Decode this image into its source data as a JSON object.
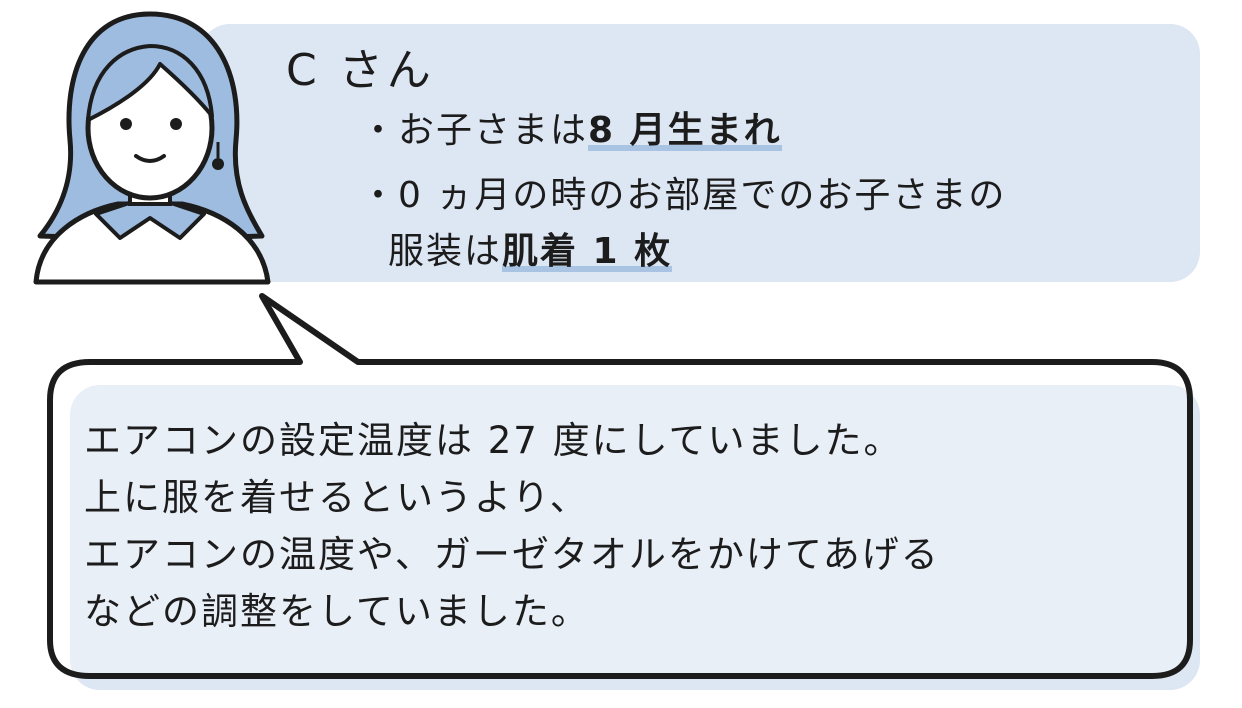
{
  "speaker": {
    "name": "C さん",
    "facts": [
      {
        "prefix": "・お子さまは",
        "highlight": "8 月生まれ"
      },
      {
        "prefix": "・0 ヵ月の時のお部屋でのお子さまの"
      },
      {
        "prefix": "服装は",
        "highlight": "肌着 1 枚"
      }
    ]
  },
  "speech": {
    "lines": [
      "エアコンの設定温度は 27 度にしていました。",
      "上に服を着せるというより、",
      "エアコンの温度や、ガーゼタオルをかけてあげる",
      "などの調整をしていました。"
    ]
  },
  "colors": {
    "panel": "#dde6f3",
    "hair": "#9ebce0",
    "highlight": "#a9c3e3",
    "outline": "#1c1c1c"
  }
}
